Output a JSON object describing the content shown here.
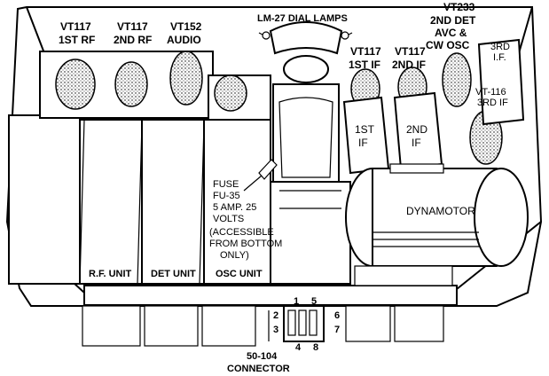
{
  "tubes": {
    "vt117_1st_rf": {
      "type": "VT117",
      "role": "1ST RF"
    },
    "vt117_2nd_rf": {
      "type": "VT117",
      "role": "2ND RF"
    },
    "vt152_audio": {
      "type": "VT152",
      "role": "AUDIO"
    },
    "vt117_1st_if": {
      "type": "VT117",
      "role": "1ST IF"
    },
    "vt117_2nd_if": {
      "type": "VT117",
      "role": "2ND IF"
    },
    "vt233": {
      "type": "VT233",
      "role_line1": "2ND DET",
      "role_line2": "AVC &",
      "role_line3": "CW OSC"
    },
    "vt116": {
      "type": "VT-116",
      "role": "3RD IF"
    }
  },
  "dial_lamps": "LM-27 DIAL LAMPS",
  "transformers": {
    "t3rd_if": {
      "line1": "3RD",
      "line2": "I.F."
    },
    "t1st_if": {
      "line1": "1ST",
      "line2": "IF"
    },
    "t2nd_if": {
      "line1": "2ND",
      "line2": "IF"
    }
  },
  "dynamotor": "DYNAMOTOR",
  "fuse": {
    "line1": "FUSE",
    "line2": "FU-35",
    "line3": "5 AMP. 25",
    "line4": "VOLTS",
    "line5": "(ACCESSIBLE",
    "line6": "FROM BOTTOM",
    "line7": "ONLY)"
  },
  "units": {
    "rf": "R.F. UNIT",
    "det": "DET UNIT",
    "osc": "OSC UNIT"
  },
  "connector": {
    "name_line1": "50-104",
    "name_line2": "CONNECTOR",
    "pins": {
      "p1": "1",
      "p2": "2",
      "p3": "3",
      "p4": "4",
      "p5": "5",
      "p6": "6",
      "p7": "7",
      "p8": "8"
    }
  }
}
